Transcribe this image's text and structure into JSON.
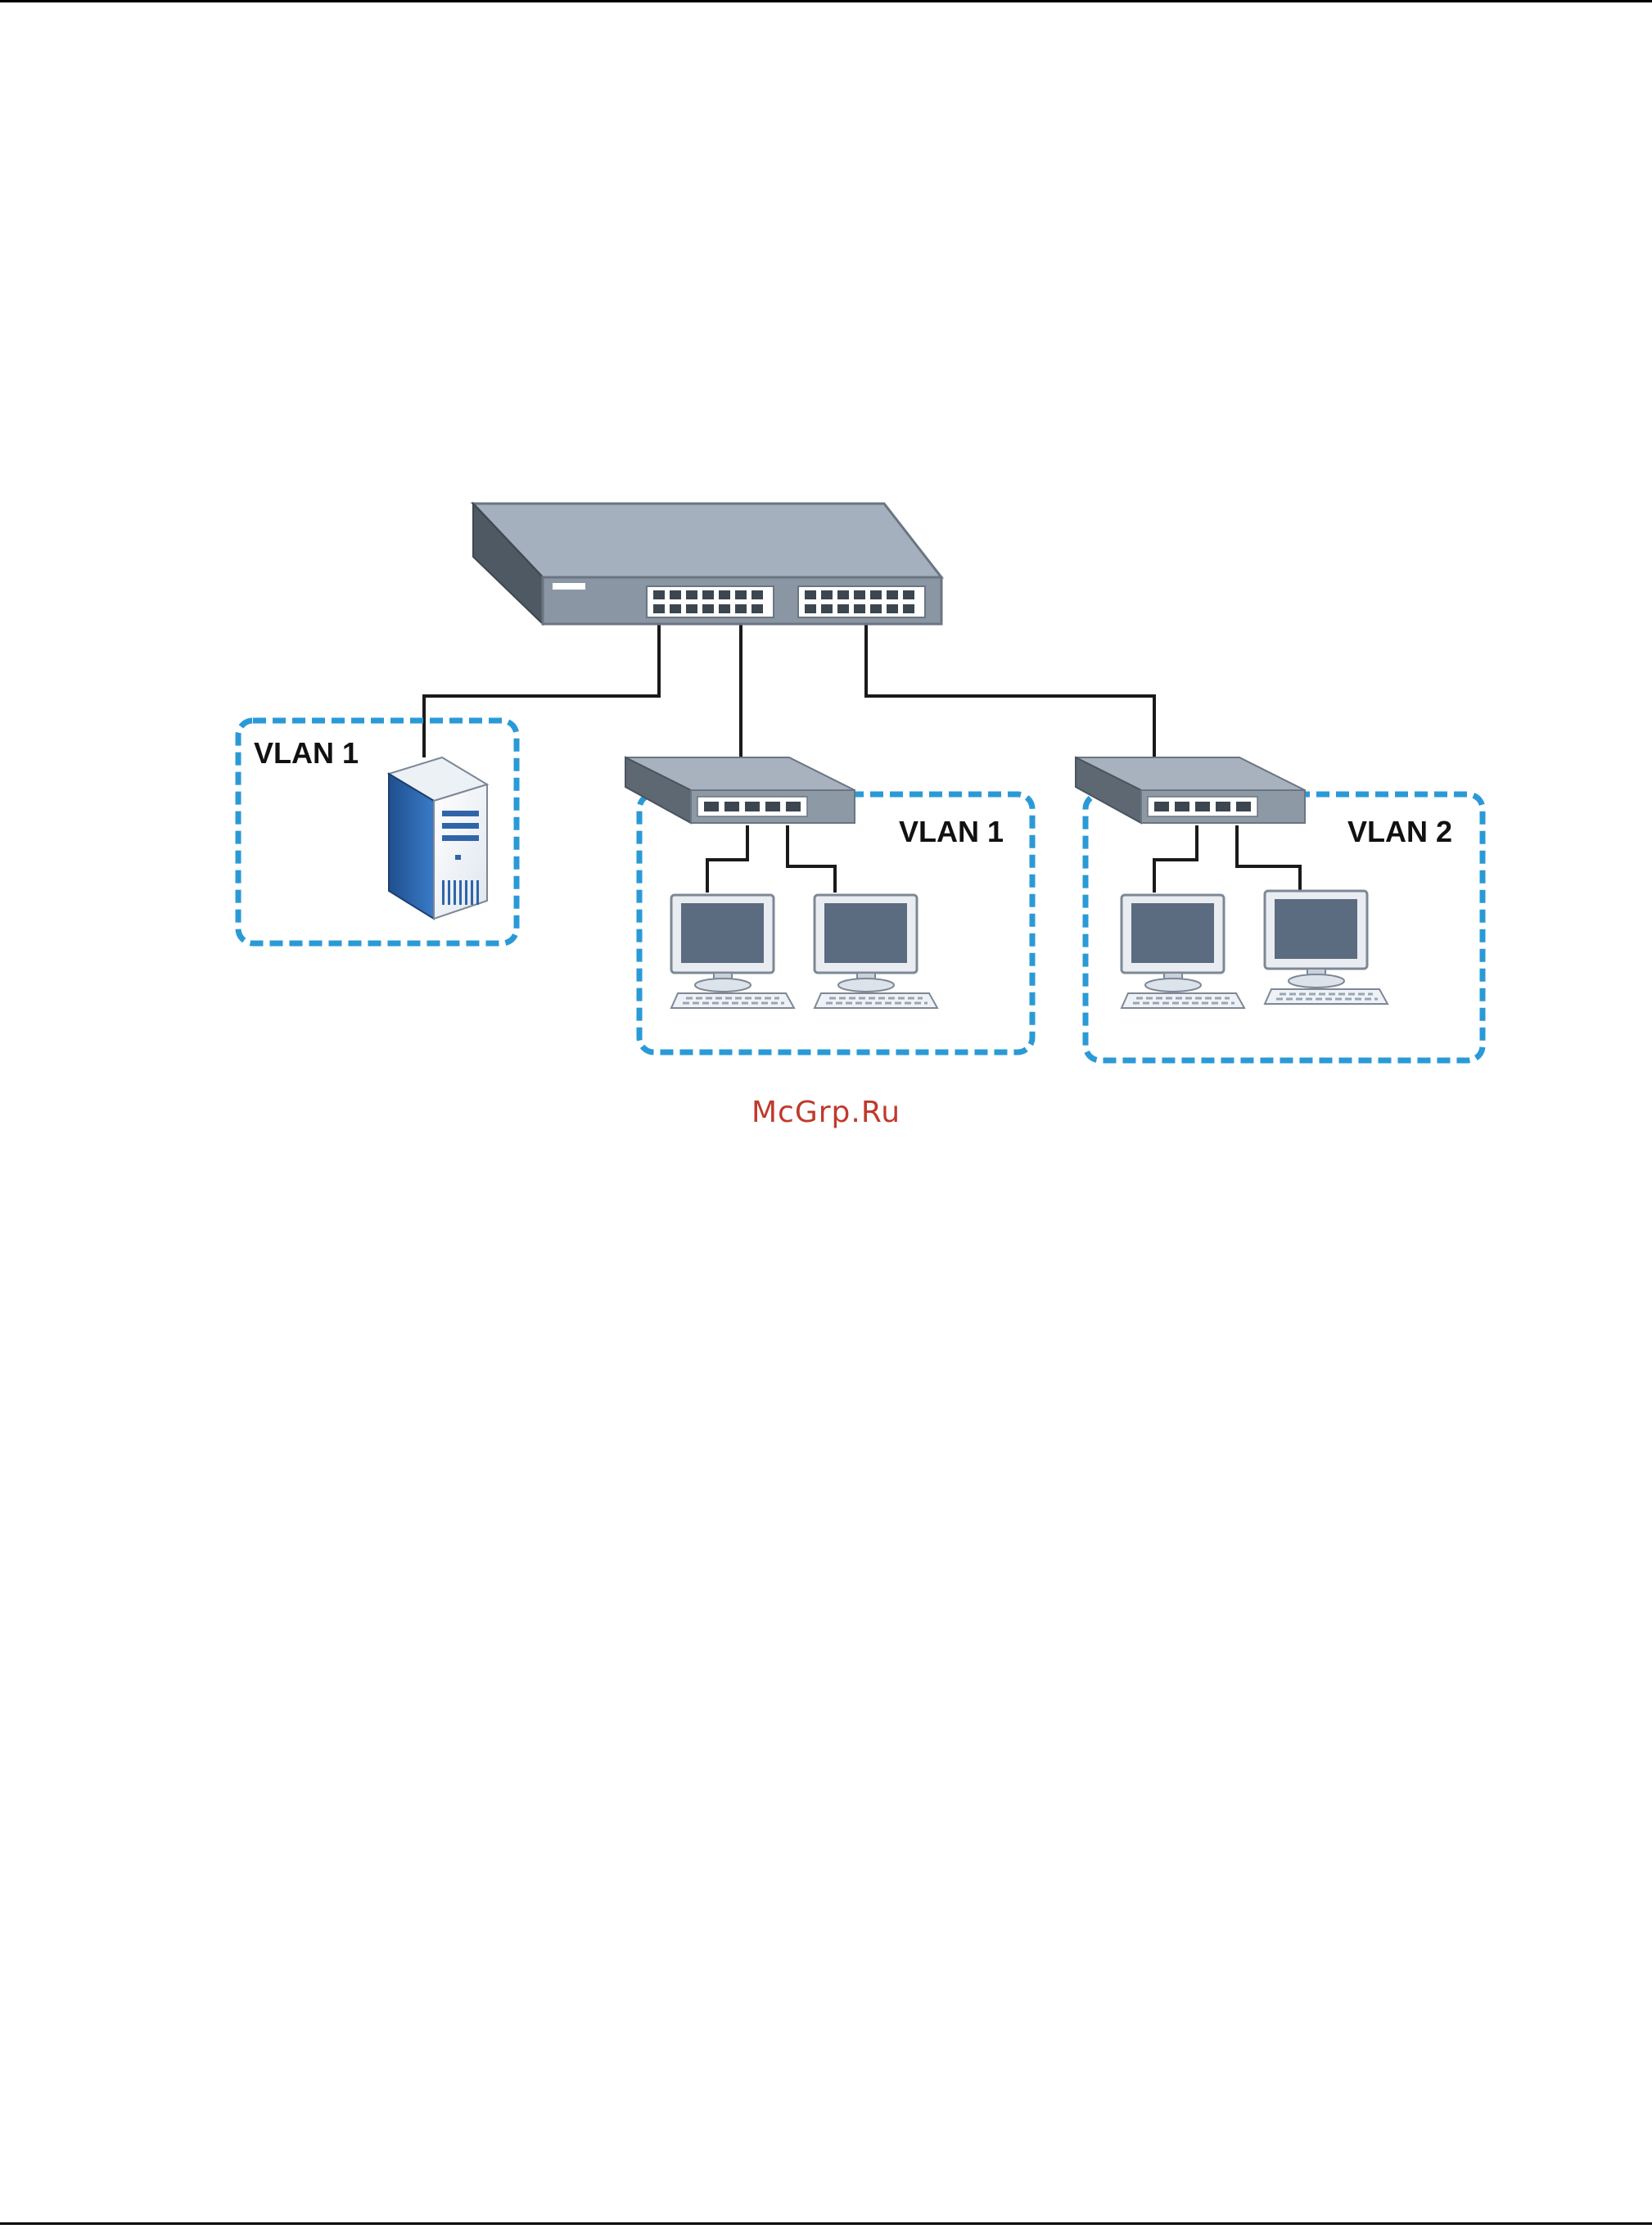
{
  "zones": [
    {
      "id": "zone-left",
      "label": "VLAN 1"
    },
    {
      "id": "zone-middle",
      "label": "VLAN 1"
    },
    {
      "id": "zone-right",
      "label": "VLAN 2"
    }
  ],
  "watermark": "McGrp.Ru",
  "colors": {
    "zone_border": "#2a9ad6",
    "switch_top": "#a4b0bd",
    "switch_front": "#8a96a3",
    "server_blue": "#2f65a8",
    "monitor_screen": "#5b6b80",
    "watermark": "#c0392b"
  },
  "icons": [
    "core-switch-icon",
    "server-icon",
    "access-switch-icon",
    "computer-icon"
  ]
}
